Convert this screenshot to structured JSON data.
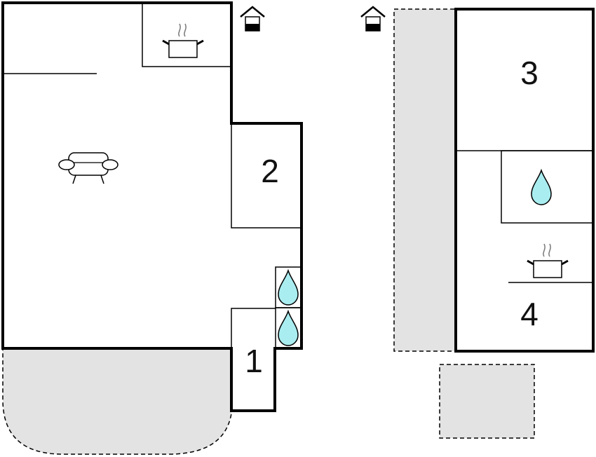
{
  "floorplan": {
    "rooms": [
      {
        "id": "room-1",
        "label": "1"
      },
      {
        "id": "room-2",
        "label": "2"
      },
      {
        "id": "room-3",
        "label": "3"
      },
      {
        "id": "room-4",
        "label": "4"
      }
    ],
    "icons": {
      "kitchen": "cooking-pot-icon",
      "living": "sofa-icon",
      "bathroom": "water-drop-icon",
      "entrance": "entrance-house-icon"
    },
    "colors": {
      "wall": "#000000",
      "outdoor_area": "#e3e3e3",
      "water": "#a9edf0",
      "background": "#ffffff"
    }
  }
}
